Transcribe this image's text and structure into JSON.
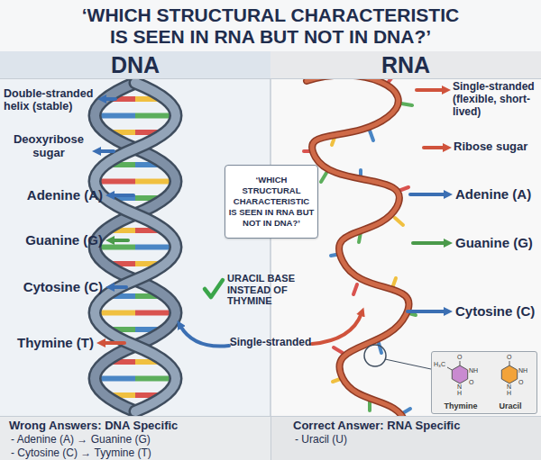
{
  "diagram": {
    "title": "‘WHICH STRUCTURAL CHARACTERISTIC IS SEEN IN RNA BUT NOT IN DNA?’",
    "nodes": [
      {
        "text": [
          "DNA"
        ]
      },
      {
        "text": [
          "RNA"
        ]
      },
      {
        "text": [
          "‘WHICH STRUCTURAL CHARACTERISTIC IS SEEN IN RNA BUT NOT IN DNA?’"
        ]
      },
      {
        "text": [
          "Thymine",
          "Uracil"
        ]
      },
      {
        "text": [
          "Wrong Answers: DNA Specific",
          "- Adenine (A) → Guanine (G)",
          "- Cytosine (C) → Tyymine (T)"
        ]
      },
      {
        "text": [
          "Correct Answer: RNA Specific",
          "- Uracil (U)"
        ]
      }
    ],
    "labels": [
      "Double-stranded helix (stable)",
      "Deoxyribose sugar",
      "Adenine (A)",
      "Guanine (G)",
      "Cytosine (C)",
      "Thymine (T)",
      "Single-stranded (flexible, short-lived)",
      "Ribose sugar",
      "Adenine (A)",
      "Guanine (G)",
      "Cytosine (C)",
      "URACIL BASE INSTEAD OF THYMINE",
      "Single-stranded",
      "H₃C",
      "O",
      "NH",
      "O",
      "N",
      "H",
      "O",
      "NH",
      "O",
      "N",
      "H"
    ]
  }
}
